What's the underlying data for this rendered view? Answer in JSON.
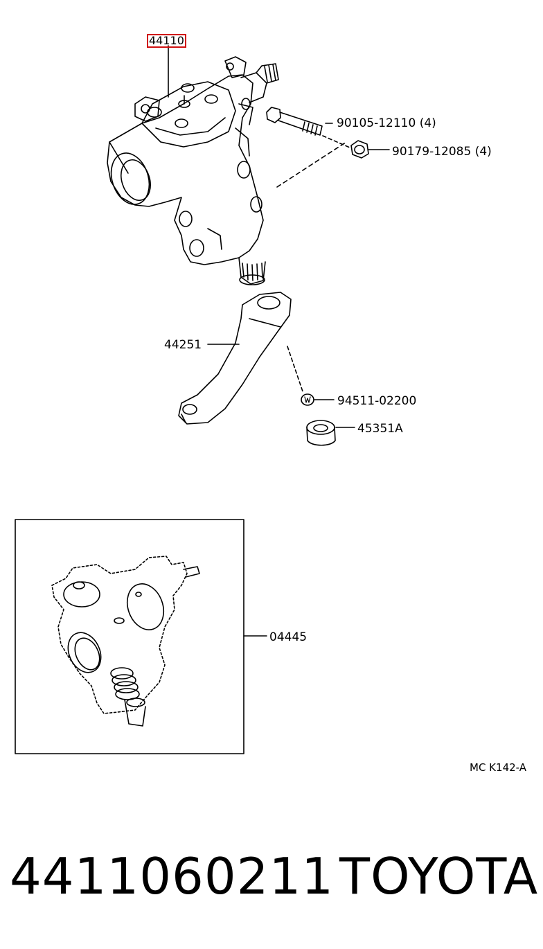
{
  "parts": {
    "gear_housing": "44110",
    "bolt": "90105-12110 (4)",
    "nut": "90179-12085 (4)",
    "pitman_arm": "44251",
    "washer": "94511-02200",
    "bushing": "45351A",
    "gasket_kit": "04445"
  },
  "diagram_ref": "MC K142-A",
  "footer": {
    "part_number": "4411060211",
    "brand": "TOYOTA"
  },
  "colors": {
    "highlight": "#d01010",
    "line": "#000000"
  }
}
